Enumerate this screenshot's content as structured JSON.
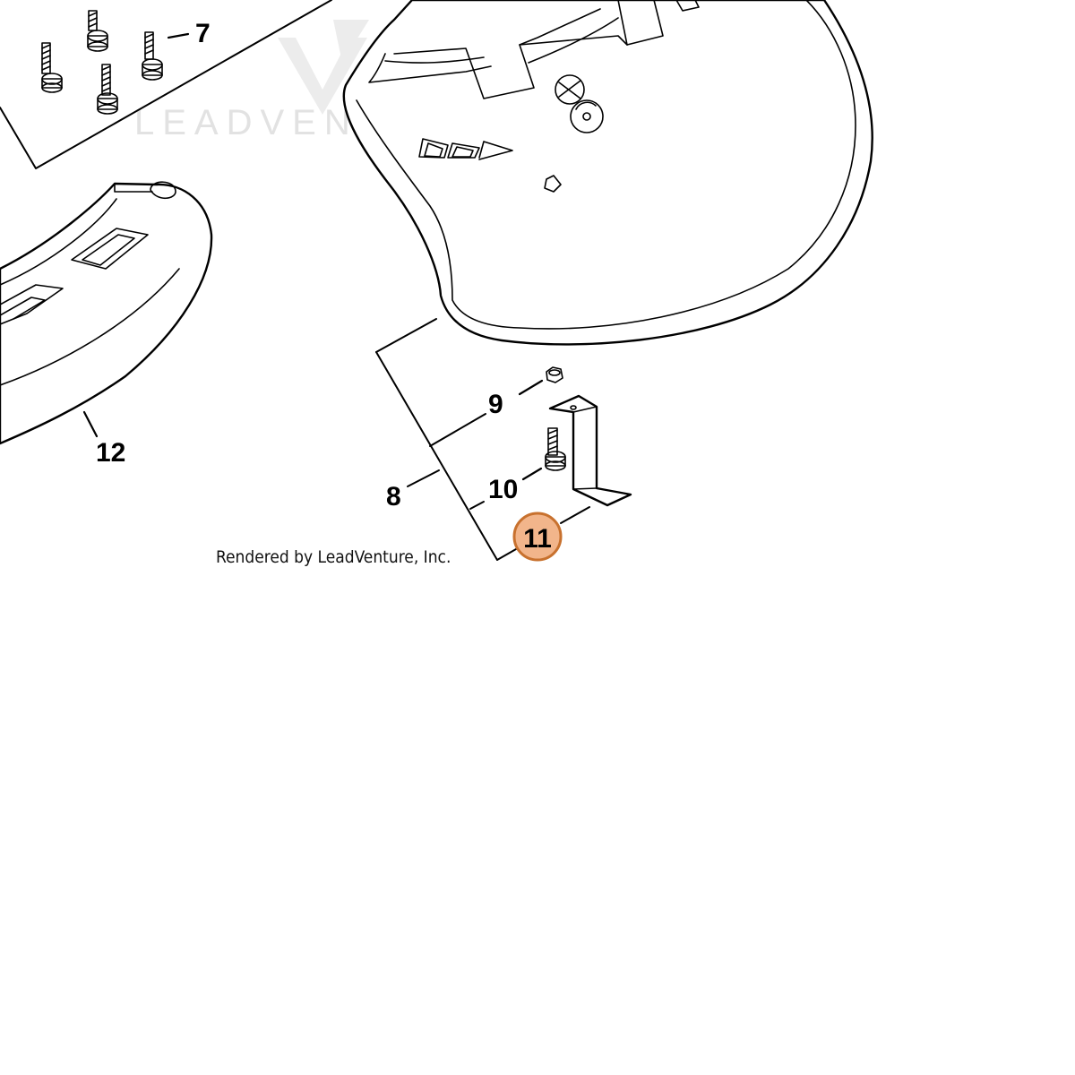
{
  "watermark": {
    "text": "LEADVENTURE"
  },
  "callouts": {
    "p7": "7",
    "p8": "8",
    "p9": "9",
    "p10": "10",
    "p11": "11",
    "p12": "12"
  },
  "highlight": {
    "part": "11",
    "fill": "#f2b58b",
    "stroke": "#c8712e"
  },
  "credit": "Rendered by LeadVenture, Inc."
}
